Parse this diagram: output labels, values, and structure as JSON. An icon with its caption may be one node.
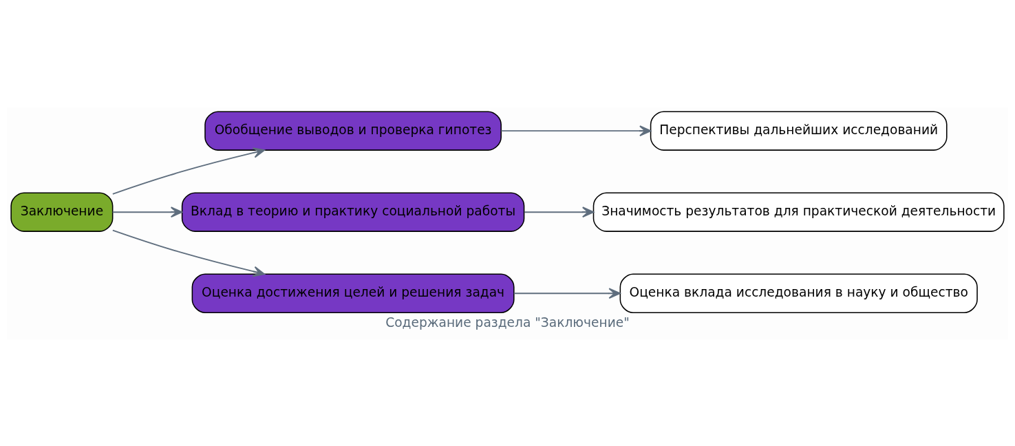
{
  "diagram": {
    "title": "Содержание раздела \"Заключение\"",
    "nodes": [
      {
        "text": [
          "Заключение"
        ]
      },
      {
        "text": [
          "Обобщение выводов и проверка гипотез"
        ]
      },
      {
        "text": [
          "Вклад в теорию и практику социальной работы"
        ]
      },
      {
        "text": [
          "Оценка достижения целей и решения задач"
        ]
      },
      {
        "text": [
          "Перспективы дальнейших исследований"
        ]
      },
      {
        "text": [
          "Значимость результатов для практической деятельности"
        ]
      },
      {
        "text": [
          "Оценка вклада исследования в науку и общество"
        ]
      }
    ],
    "edges": [
      {
        "from": 0,
        "to": 1,
        "arrow": "to"
      },
      {
        "from": 0,
        "to": 2,
        "arrow": "to"
      },
      {
        "from": 0,
        "to": 3,
        "arrow": "to"
      },
      {
        "from": 1,
        "to": 4,
        "arrow": "to"
      },
      {
        "from": 2,
        "to": 5,
        "arrow": "to"
      },
      {
        "from": 3,
        "to": 6,
        "arrow": "to"
      }
    ]
  }
}
